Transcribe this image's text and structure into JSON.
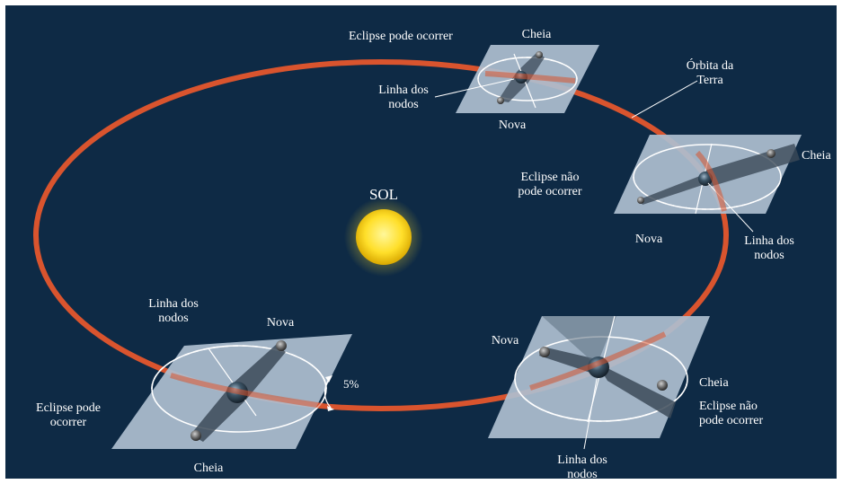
{
  "sun_label": "SOL",
  "orbit_label": [
    "Órbita da",
    "Terra"
  ],
  "angle_label": "5%",
  "positions": {
    "top": {
      "eclipse_label": "Eclipse pode ocorrer",
      "full_label": "Cheia",
      "new_label": "Nova",
      "nodes_label": [
        "Linha dos",
        "nodos"
      ]
    },
    "right": {
      "eclipse_label": [
        "Eclipse não",
        "pode  ocorrer"
      ],
      "full_label": "Cheia",
      "new_label": "Nova",
      "nodes_label": [
        "Linha dos",
        "nodos"
      ]
    },
    "bottom_left": {
      "eclipse_label": [
        "Eclipse pode",
        "ocorrer"
      ],
      "full_label": "Cheia",
      "new_label": "Nova",
      "nodes_label": [
        "Linha dos",
        "nodos"
      ]
    },
    "bottom_right": {
      "eclipse_label": [
        "Eclipse não",
        "pode ocorrer"
      ],
      "full_label": "Cheia",
      "new_label": "Nova",
      "nodes_label": [
        "Linha dos",
        "nodos"
      ]
    }
  },
  "colors": {
    "background": "#0e2a45",
    "orbit": "#d9542e",
    "plane": "#aebfd0",
    "sun_core": "#ffe24a",
    "sun_edge": "#e6b800"
  }
}
